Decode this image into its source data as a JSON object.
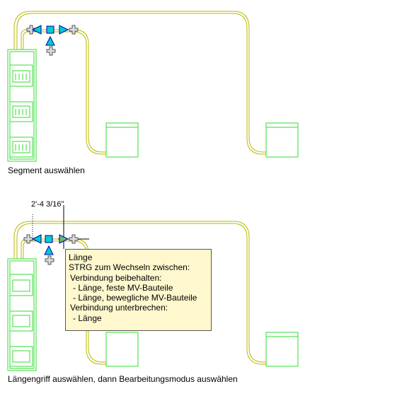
{
  "panel_top": {
    "caption": "Segment auswählen"
  },
  "panel_bottom": {
    "caption": "Längengriff auswählen, dann Bearbeitungsmodus auswählen",
    "dimension_value": "2'-4 3/16\"",
    "tooltip": {
      "title": "Länge",
      "hint": "STRG zum Wechseln zwischen:",
      "group_keep": "Verbindung beibehalten:",
      "option_fixed": "  - Länge, feste MV-Bauteile",
      "option_movable": "  - Länge, bewegliche MV-Bauteile",
      "group_break": "Verbindung unterbrechen:",
      "option_length": "  - Länge"
    }
  },
  "colors": {
    "conduit": "#b8b800",
    "equipment": "#33dd33",
    "grip": "#00cccc",
    "grip_outline": "#0000aa",
    "tooltip_bg": "#fff8cf"
  }
}
